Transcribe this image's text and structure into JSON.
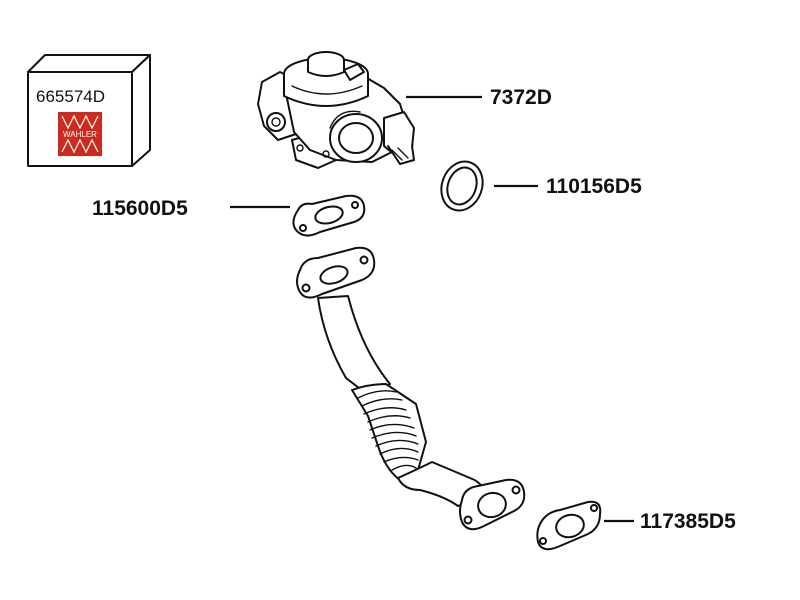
{
  "kit": {
    "number": "665574D",
    "brand": "WAHLER",
    "brand_color": "#cc2a1f"
  },
  "parts": {
    "valve": "7372D",
    "valve_gasket": "110156D5",
    "upper_gasket": "115600D5",
    "lower_gasket": "117385D5"
  },
  "colors": {
    "line": "#111111",
    "background": "#ffffff"
  }
}
